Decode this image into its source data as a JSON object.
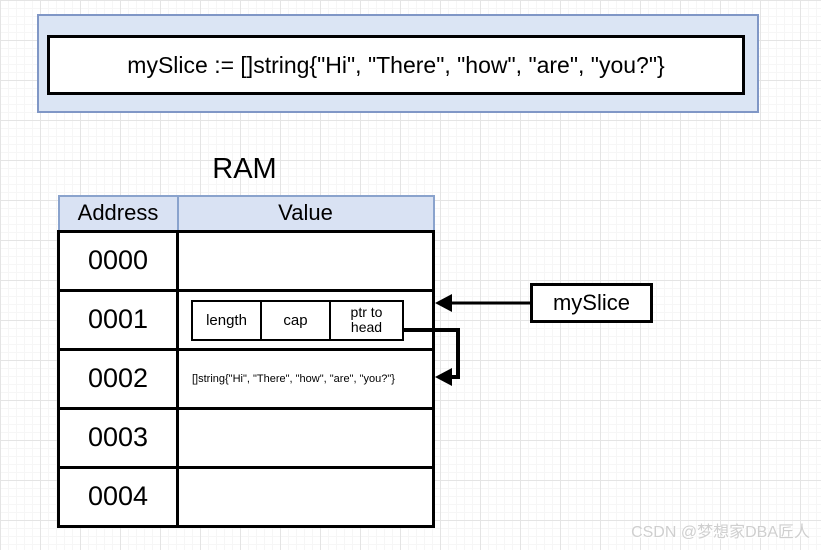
{
  "code_box": {
    "text": "mySlice := []string{\"Hi\", \"There\", \"how\", \"are\", \"you?\"}"
  },
  "ram": {
    "title": "RAM",
    "columns": [
      "Address",
      "Value"
    ],
    "rows": [
      {
        "address": "0000",
        "value": ""
      },
      {
        "address": "0001",
        "value": ""
      },
      {
        "address": "0002",
        "value": "[]string{\"Hi\", \"There\", \"how\", \"are\", \"you?\"}"
      },
      {
        "address": "0003",
        "value": ""
      },
      {
        "address": "0004",
        "value": ""
      }
    ],
    "slice_struct": {
      "cells": [
        "length",
        "cap",
        "ptr to head"
      ]
    }
  },
  "pointer_label": "mySlice",
  "watermark": "CSDN @梦想家DBA匠人",
  "colors": {
    "box_fill": "#dbe5f4",
    "box_border": "#8097c6",
    "header_fill": "#d9e2f3",
    "header_border": "#8aa3cd",
    "table_border": "#000000",
    "arrow": "#000000",
    "watermark_text": "#cfcfcf"
  }
}
